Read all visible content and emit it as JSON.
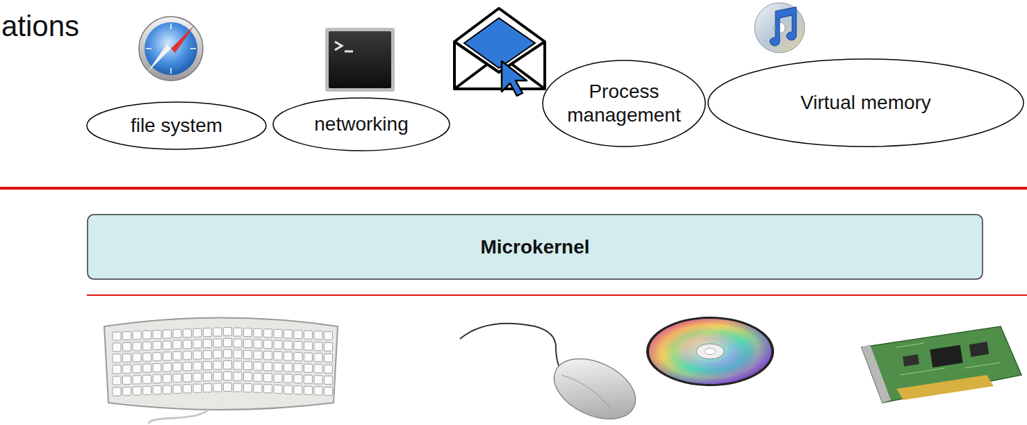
{
  "diagram": {
    "nodes": [
      {
        "text": [
          "file system"
        ]
      },
      {
        "text": [
          "networking"
        ]
      },
      {
        "text": [
          "Process management"
        ]
      },
      {
        "text": [
          "Virtual memory"
        ]
      },
      {
        "text": [
          "Microkernel"
        ]
      }
    ],
    "labels": [
      "ations"
    ]
  }
}
